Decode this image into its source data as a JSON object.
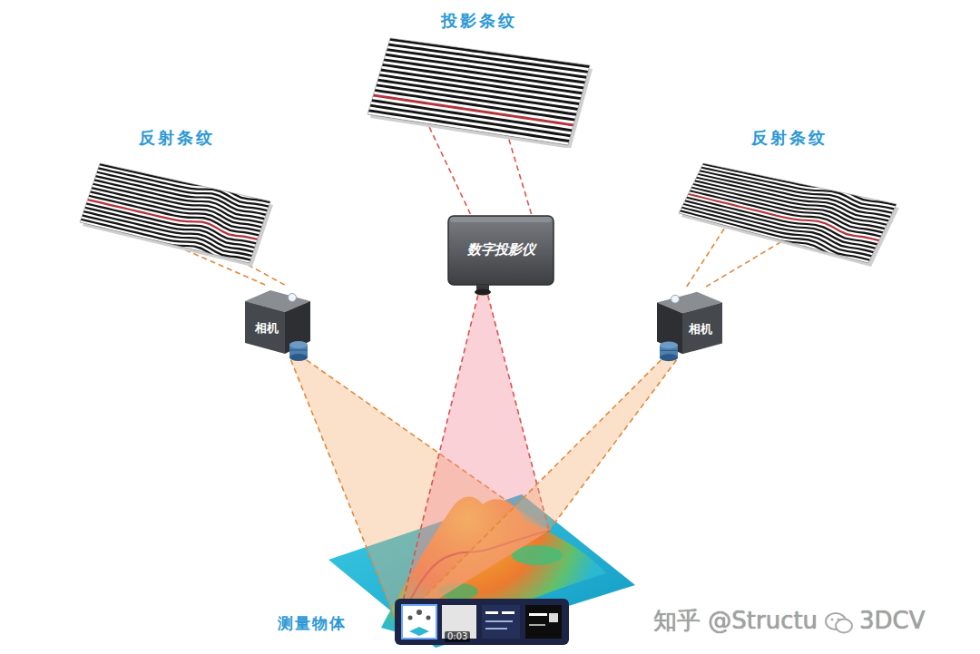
{
  "diagram": {
    "nodes": [
      {
        "text": [
          "投影条纹"
        ]
      },
      {
        "text": [
          "反射条纹"
        ]
      },
      {
        "text": [
          "反射条纹"
        ]
      },
      {
        "text": [
          "数字投影仪"
        ]
      },
      {
        "text": [
          "相机"
        ]
      },
      {
        "text": [
          "相机"
        ]
      },
      {
        "text": [
          "测量物体"
        ]
      }
    ],
    "edges": [
      {
        "from": 3,
        "to": 0,
        "arrow": "none"
      },
      {
        "from": 4,
        "to": 1,
        "arrow": "none"
      },
      {
        "from": 5,
        "to": 2,
        "arrow": "none"
      },
      {
        "from": 4,
        "to": 6,
        "arrow": "none"
      },
      {
        "from": 3,
        "to": 6,
        "arrow": "none"
      },
      {
        "from": 5,
        "to": 6,
        "arrow": "none"
      }
    ],
    "labels": [
      "0:03",
      "知乎 @Structu",
      "3DCV"
    ]
  }
}
